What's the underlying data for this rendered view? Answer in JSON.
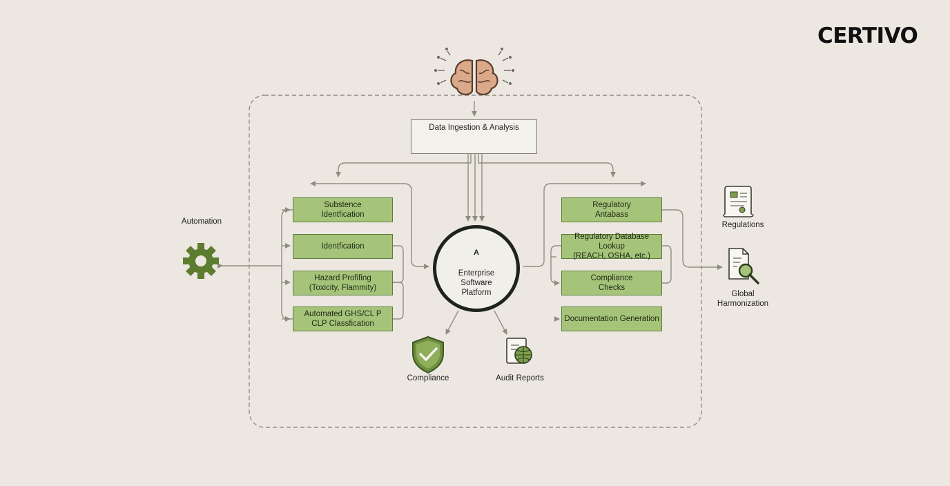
{
  "brand": {
    "name": "CERTIVO"
  },
  "diagram": {
    "top_node": {
      "label": "Data Ingestion & Analysis"
    },
    "hub": {
      "line1": "Enterprise",
      "line2": "Software",
      "line3": "Platform",
      "badge": "A"
    },
    "left_boxes": [
      {
        "line1": "Substence",
        "line2": "Identfication"
      },
      {
        "line1": "Identfication",
        "line2": ""
      },
      {
        "line1": "Hazard Profifing",
        "line2": "(Toxicity, Flammity)"
      },
      {
        "line1": "Automated GHS/CL P",
        "line2": "CLP Classfication"
      }
    ],
    "right_boxes": [
      {
        "line1": "Regulatory",
        "line2": "Antabass"
      },
      {
        "line1": "Regulatory Database Lookup",
        "line2": "(REACH, OSHA, etc.)"
      },
      {
        "line1": "Compliance",
        "line2": "Checks"
      },
      {
        "line1": "Documentation Generation",
        "line2": ""
      }
    ],
    "side_labels": {
      "automation": "Automation",
      "regulations": "Regulations",
      "global_1": "Global",
      "global_2": "Harmonization",
      "compliance": "Compliance",
      "audit": "Audit Reports"
    }
  },
  "colors": {
    "box_fill": "#a6c37a",
    "box_border": "#5b7c3a",
    "line": "#8e8e80",
    "icon_green": "#5d7c2f",
    "hub_ring": "#1e241c",
    "brain": "#d9a98a"
  }
}
